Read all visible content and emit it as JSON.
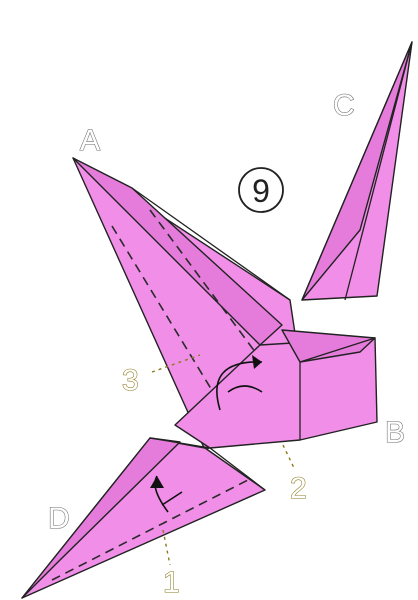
{
  "step": {
    "number": "9"
  },
  "labels": {
    "a": "A",
    "b": "B",
    "c": "C",
    "d": "D",
    "n1": "1",
    "n2": "2",
    "n3": "3"
  },
  "colors": {
    "paper": "#f08ee8",
    "paper_shade": "#e57cdb",
    "outline": "#222222",
    "callout": "#8a7a1e"
  }
}
